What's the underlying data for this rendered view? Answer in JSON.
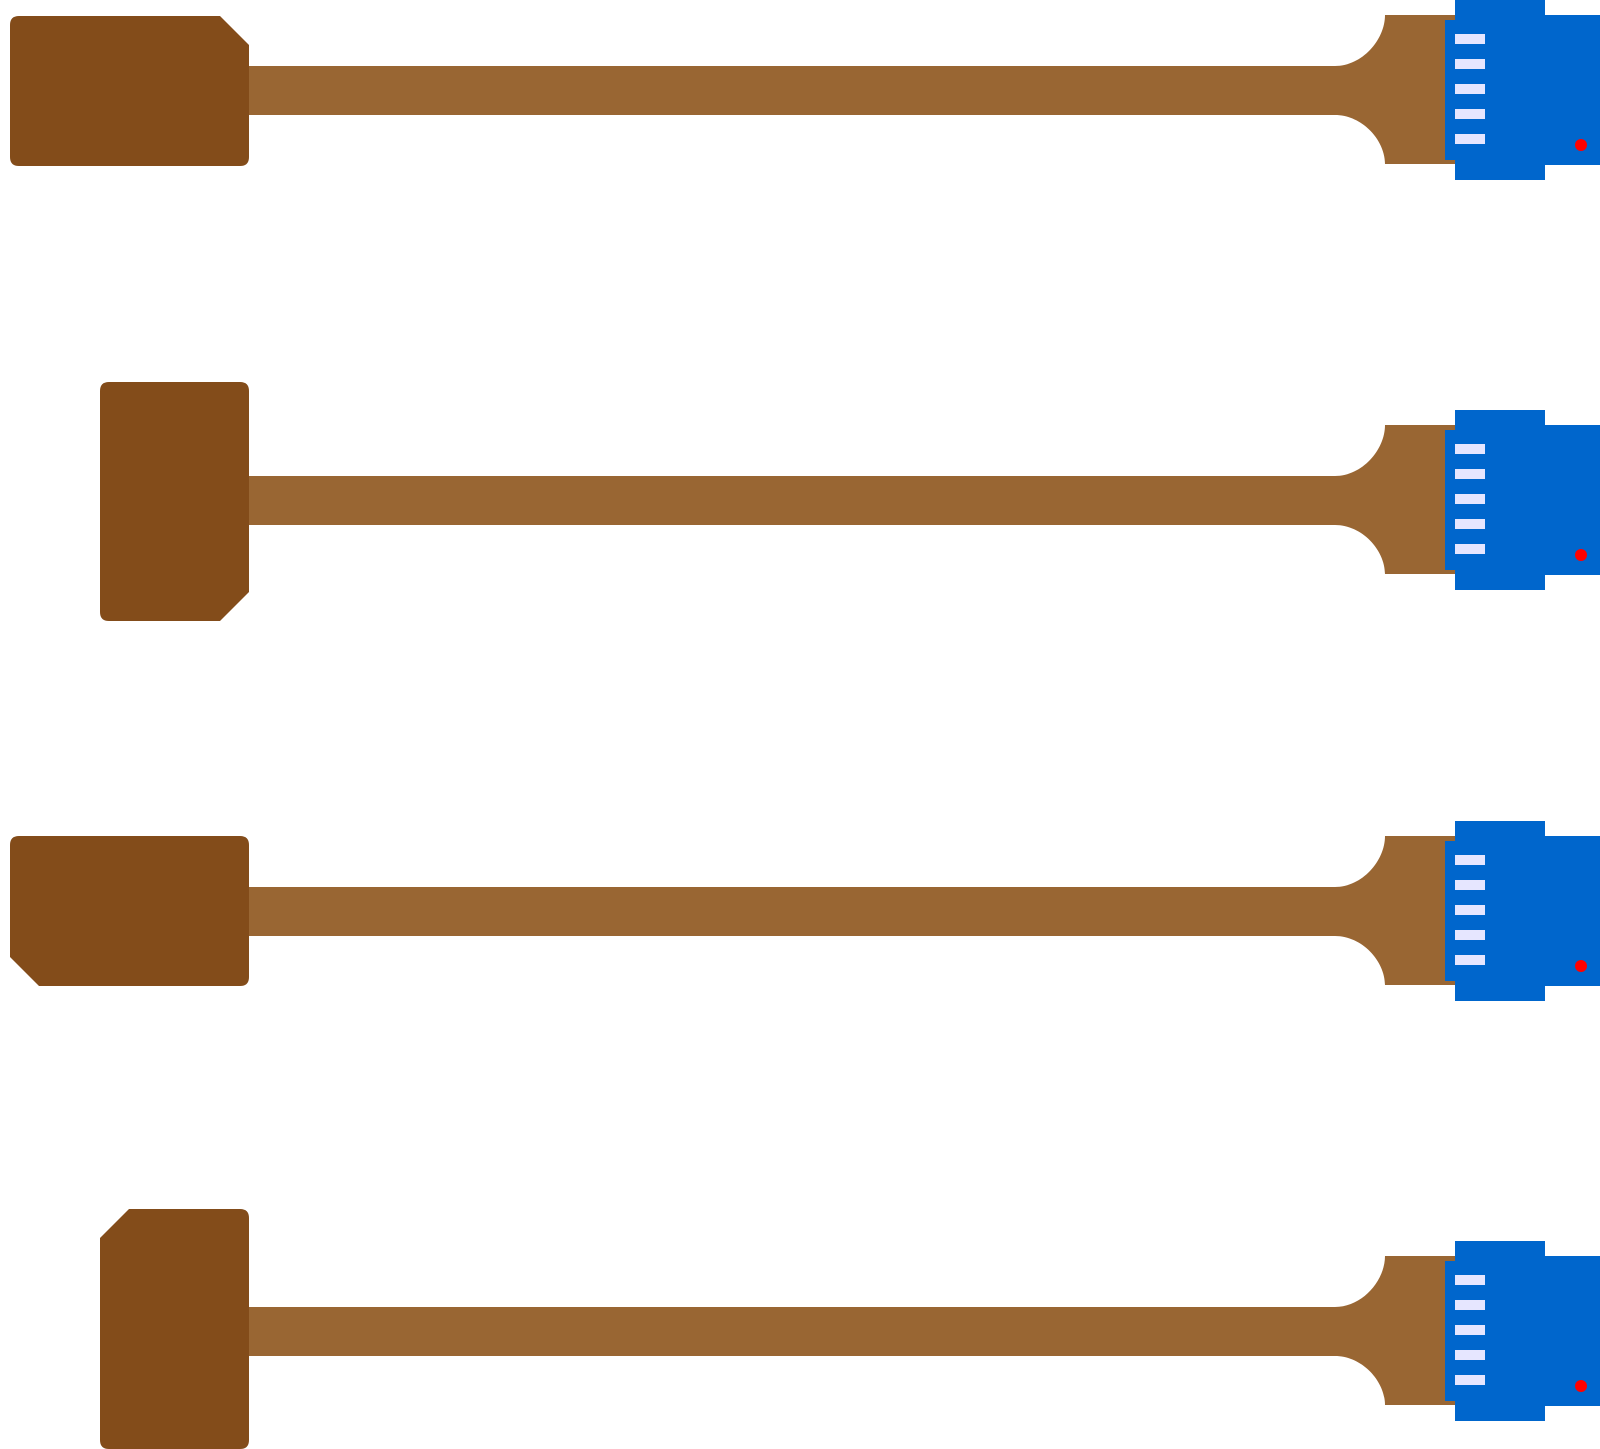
{
  "colors": {
    "cable_body": "#834c1a",
    "cable_strip": "#996633",
    "connector": "#0066cc",
    "pin": "#e6e6ff",
    "indicator": "#ff0000",
    "background": "#ffffff"
  },
  "cables": [
    {
      "notch_corner": "top-right",
      "pins": 5,
      "indicator": true
    },
    {
      "notch_corner": "bottom-right",
      "pins": 5,
      "indicator": true
    },
    {
      "notch_corner": "bottom-left",
      "pins": 5,
      "indicator": true
    },
    {
      "notch_corner": "top-left",
      "pins": 5,
      "indicator": true
    }
  ]
}
